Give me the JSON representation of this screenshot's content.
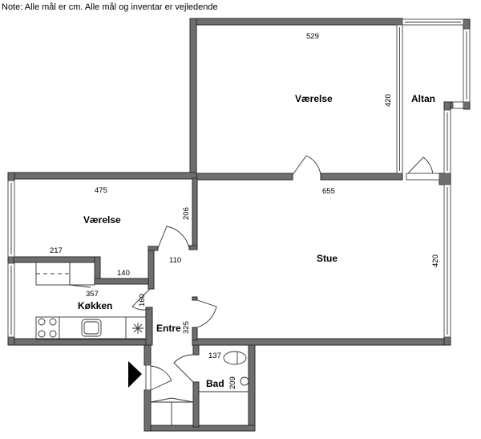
{
  "note": "Note: Alle mål er cm. Alle mål og inventar er vejledende",
  "rooms": {
    "vaerelse_large": "Værelse",
    "altan": "Altan",
    "vaerelse_small": "Værelse",
    "stue": "Stue",
    "kokken": "Køkken",
    "entre": "Entre",
    "bad": "Bad"
  },
  "dimensions": {
    "vaerelse_large_width": "529",
    "vaerelse_large_depth": "420",
    "stue_width": "655",
    "stue_depth": "420",
    "vaerelse_small_width": "475",
    "vaerelse_small_depth": "206",
    "kitchen_wall_1": "217",
    "kitchen_wall_2": "140",
    "kitchen_width": "357",
    "kitchen_depth": "160",
    "entre_width": "110",
    "entre_depth": "325",
    "bad_width": "137",
    "bad_depth": "209"
  },
  "colors": {
    "wall": "#6e6e6e",
    "entrance_arrow": "#000000"
  }
}
